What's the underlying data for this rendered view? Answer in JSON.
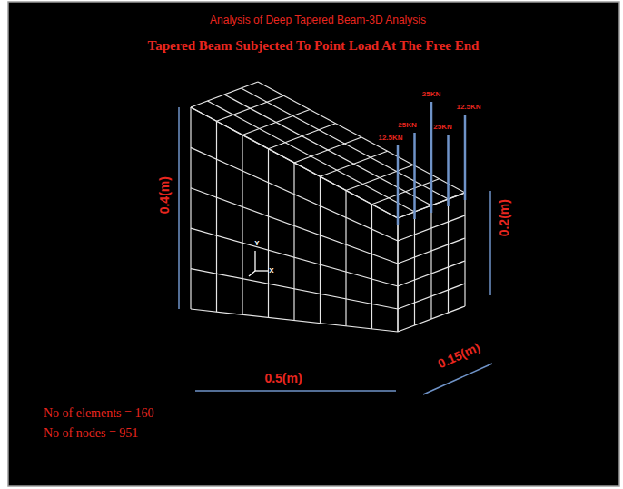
{
  "diagram": {
    "title": "Analysis of Deep Tapered Beam-3D Analysis",
    "labels": [
      "Tapered Beam Subjected To Point Load At The Free End",
      "12.5KN",
      "25KN",
      "25KN",
      "25KN",
      "12.5KN",
      "0.4(m)",
      "0.2(m)",
      "0.5(m)",
      "0.15(m)",
      "Y",
      "X",
      "No of elements = 160",
      "No of nodes = 951"
    ]
  }
}
